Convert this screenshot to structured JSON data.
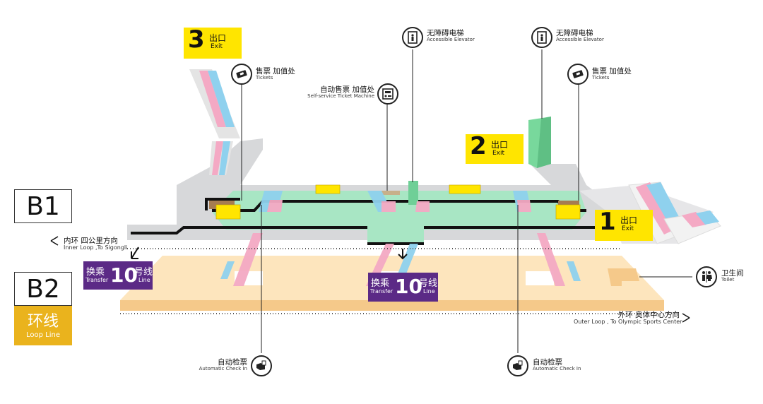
{
  "levels": {
    "b1": "B1",
    "b2": "B2"
  },
  "loop_line": {
    "cn": "环线",
    "en": "Loop Line"
  },
  "exits": [
    {
      "num": "3",
      "cn": "出口",
      "en": "Exit"
    },
    {
      "num": "2",
      "cn": "出口",
      "en": "Exit"
    },
    {
      "num": "1",
      "cn": "出口",
      "en": "Exit"
    }
  ],
  "facilities": {
    "elevator_center": {
      "cn": "无障碍电梯",
      "en": "Accessible Elevator",
      "icon": "elevator-icon"
    },
    "elevator_right": {
      "cn": "无障碍电梯",
      "en": "Accessible Elevator",
      "icon": "elevator-icon"
    },
    "tickets_left": {
      "cn": "售票 加值处",
      "en": "Tickets",
      "icon": "ticket-icon"
    },
    "tickets_right": {
      "cn": "售票 加值处",
      "en": "Tickets",
      "icon": "ticket-icon"
    },
    "ticket_machine": {
      "cn": "自动售票 加值处",
      "en": "Self-service Ticket Machine",
      "icon": "ticket-machine-icon"
    },
    "checkin_left": {
      "cn": "自动检票",
      "en": "Automatic Check In",
      "icon": "check-in-icon"
    },
    "checkin_right": {
      "cn": "自动检票",
      "en": "Automatic Check In",
      "icon": "check-in-icon"
    },
    "toilet": {
      "cn": "卫生间",
      "en": "Toilet",
      "icon": "toilet-icon"
    }
  },
  "transfers": [
    {
      "cn1": "换乘",
      "en1": "Transfer",
      "num": "10",
      "cn2": "号线",
      "en2": "Line"
    },
    {
      "cn1": "换乘",
      "en1": "Transfer",
      "num": "10",
      "cn2": "号线",
      "en2": "Line"
    }
  ],
  "directions": {
    "inner": {
      "cn": "内环  四公里方向",
      "en": "Inner Loop ,To Sigongli"
    },
    "outer": {
      "cn": "外环  奥体中心方向",
      "en": "Outer Loop , To Olympic Sports Center"
    }
  },
  "colors": {
    "concourse": "#a8e6c4",
    "platform": "#fde5bd",
    "platform_edge": "#f5c98a",
    "exit_yellow": "#ffe500",
    "transfer_purple": "#5b2a86",
    "loop_gold": "#eab31d",
    "escalator_pink": "#f4a9c4",
    "escalator_blue": "#8fd1ee"
  }
}
